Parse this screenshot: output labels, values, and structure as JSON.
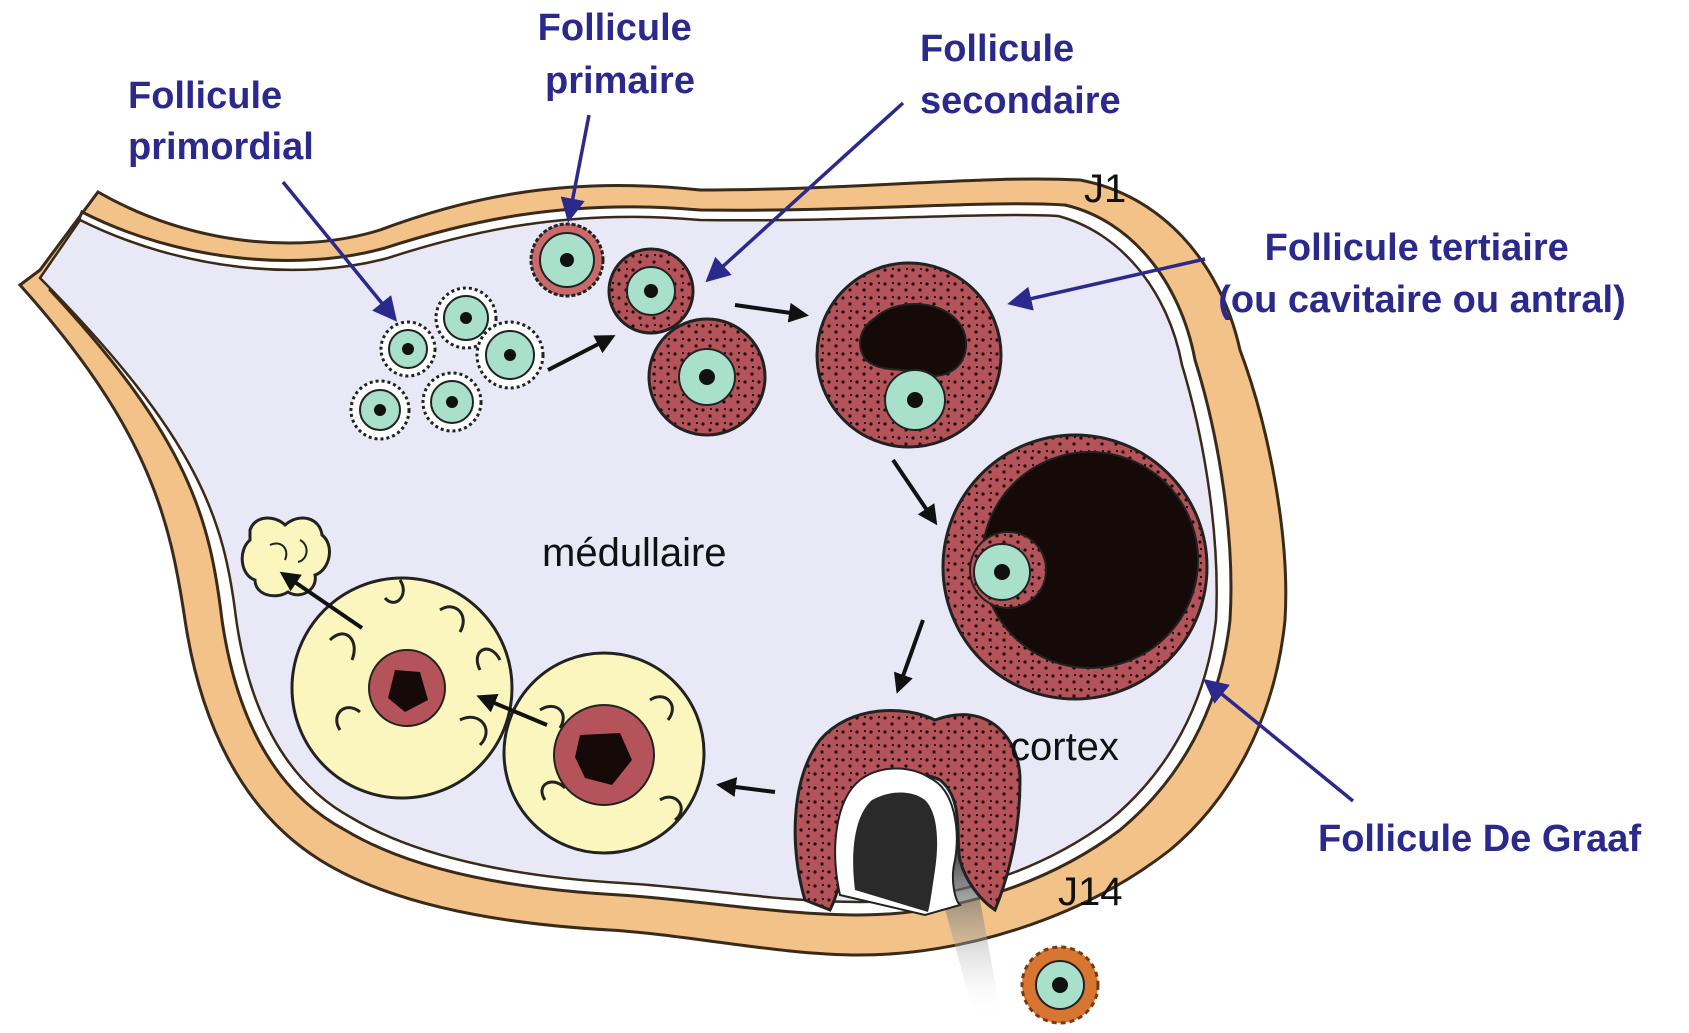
{
  "labels": {
    "primordial": [
      "Follicule",
      "primordial"
    ],
    "primaire": [
      "Follicule",
      "primaire"
    ],
    "secondaire": [
      "Follicule",
      "secondaire"
    ],
    "tertiaire": [
      "Follicule tertiaire",
      "(ou cavitaire ou antral)"
    ],
    "degraaf": "Follicule De Graaf",
    "j1": "J1",
    "j14": "J14",
    "medullaire": "médullaire",
    "cortex": "cortex"
  },
  "colors": {
    "label_blue": "#2b2a8c",
    "capsule": "#f2c288",
    "ovary_interior": "#e8e8f6",
    "follicle_red": "#b4545a",
    "oocyte": "#a8e0cc",
    "antrum": "#160a08",
    "corpus_luteum": "#fbf6bd",
    "ovulated_oocyte_corona": "#d87530"
  }
}
